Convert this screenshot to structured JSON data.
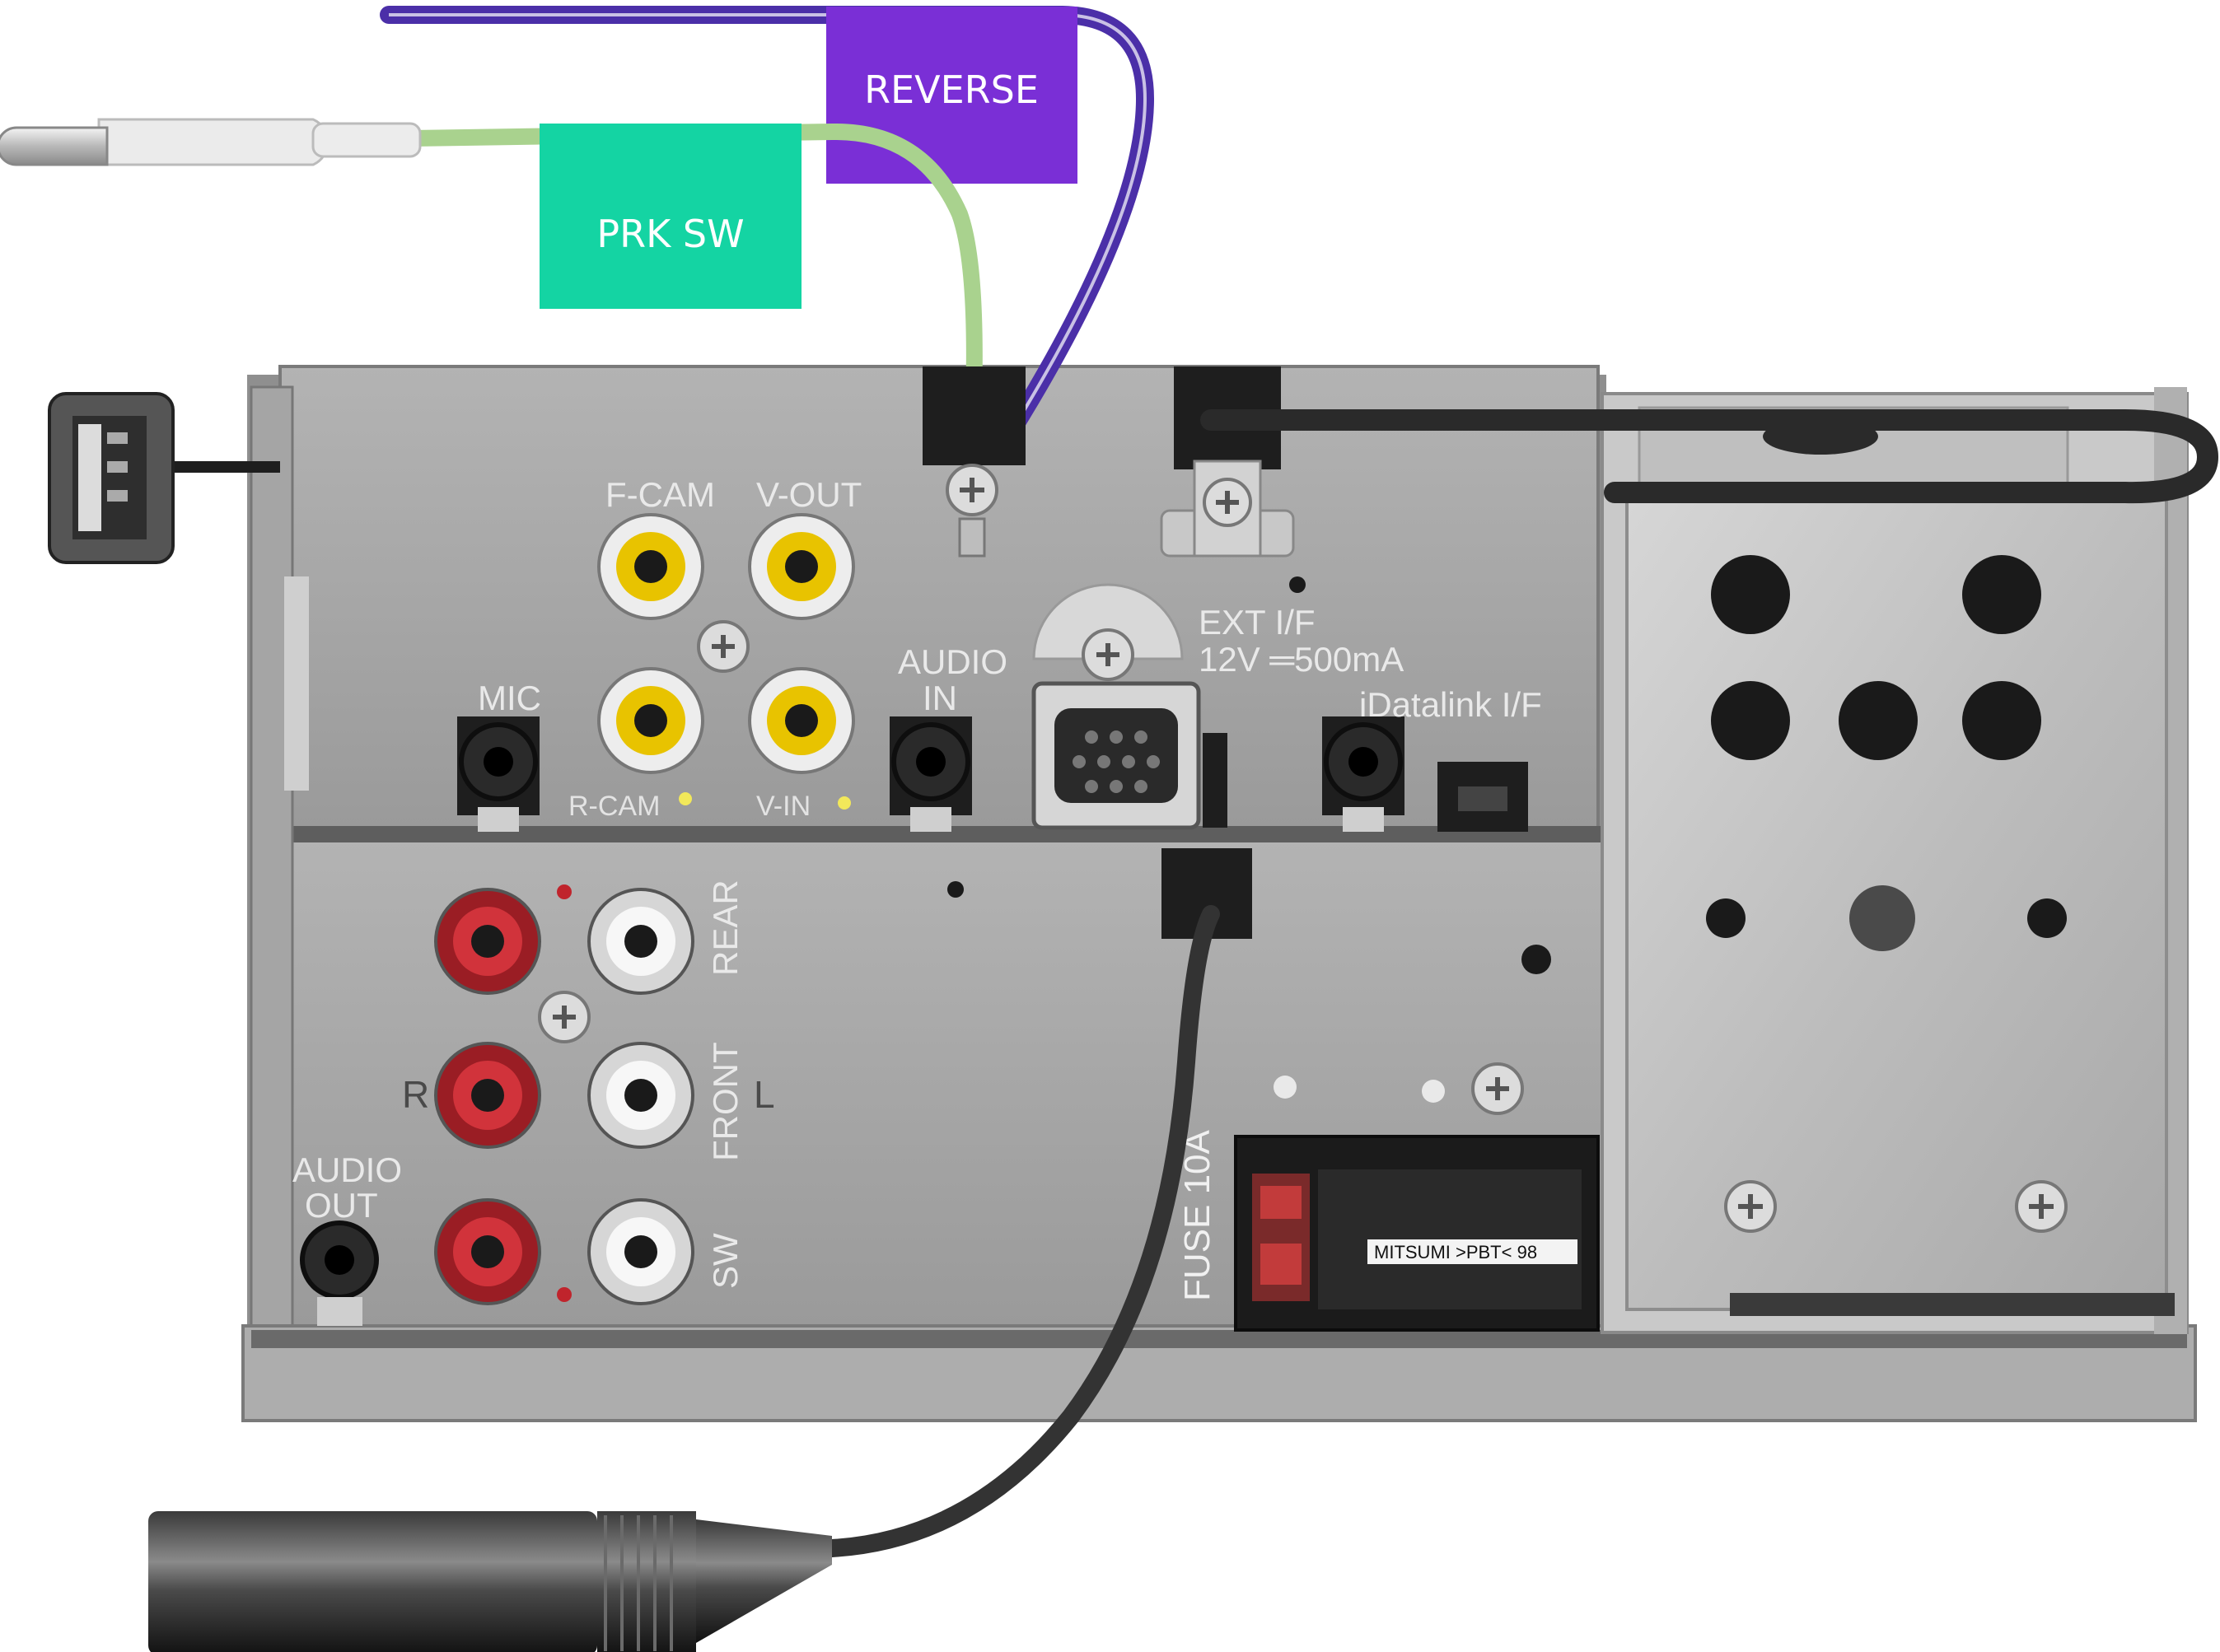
{
  "labels": {
    "reverse_tag": "REVERSE",
    "prk_sw_tag": "PRK SW",
    "f_cam": "F-CAM",
    "v_out": "V-OUT",
    "r_cam": "R-CAM",
    "v_in": "V-IN",
    "mic": "MIC",
    "audio_in_1": "AUDIO",
    "audio_in_2": "IN",
    "ext_if_1": "EXT I/F",
    "ext_if_2": "12V ═500mA",
    "idatalink": "iDatalink I/F",
    "rear": "REAR",
    "front": "FRONT",
    "sw": "SW",
    "r": "R",
    "l": "L",
    "audio_out_1": "AUDIO",
    "audio_out_2": "OUT",
    "fuse": "FUSE 10A",
    "connector_mark": "MITSUMI >PBT< 98"
  },
  "colors": {
    "reverse_tag": "#7a2fd6",
    "prk_sw_tag": "#14d4a3",
    "reverse_wire": "#4b2fa8",
    "prk_wire": "#a9d28e",
    "chassis": "#9e9e9e",
    "chassis_dark": "#6e6e6e",
    "rca_red": "#b3202a",
    "rca_white": "#f2f2f2",
    "rca_yellow": "#e8c300",
    "cable": "#222222"
  }
}
